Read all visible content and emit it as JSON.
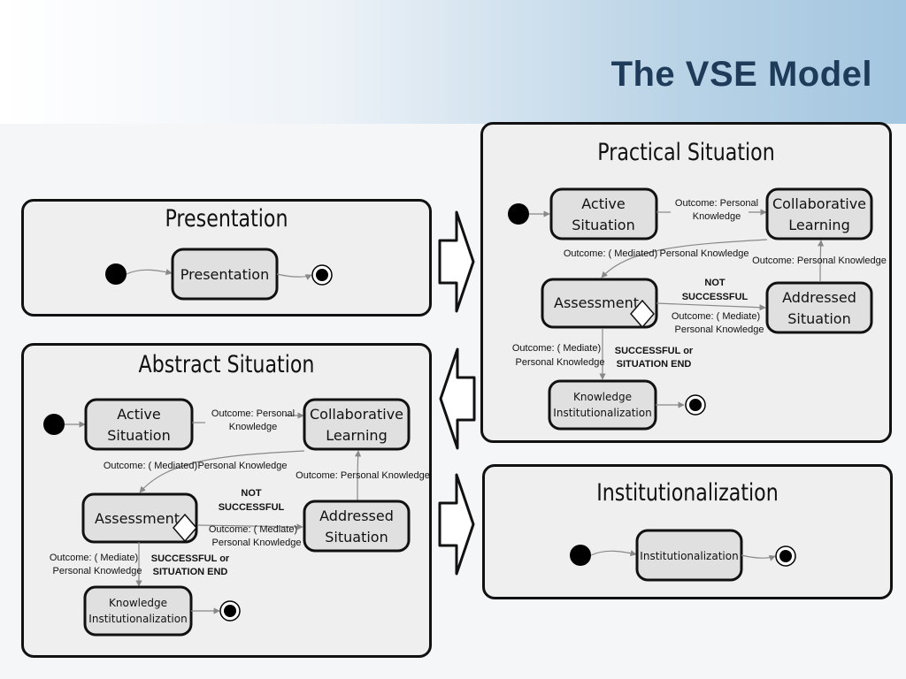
{
  "header": {
    "title": "The VSE Model"
  },
  "panels": {
    "presentation": {
      "title": "Presentation",
      "state": "Presentation"
    },
    "abstract": {
      "title": "Abstract Situation",
      "states": {
        "active": [
          "Active",
          "Situation"
        ],
        "collab": [
          "Collaborative",
          "Learning"
        ],
        "assessment": "Assessment",
        "addressed": [
          "Addressed",
          "Situation"
        ],
        "knowledge": [
          "Knowledge",
          "Institutionalization"
        ]
      },
      "edges": {
        "active_collab": [
          "Outcome: Personal",
          "Knowledge"
        ],
        "collab_assess": [
          "Outcome: ( Mediated)",
          "Personal Knowledge"
        ],
        "addressed_collab": "Outcome: Personal Knowledge",
        "not_successful": [
          "NOT",
          "SUCCESSFUL"
        ],
        "assess_addressed": [
          "Outcome: ( Mediate)",
          "Personal Knowledge"
        ],
        "assess_knowledge": [
          "Outcome: ( Mediate)",
          "Personal Knowledge"
        ],
        "successful": [
          "SUCCESSFUL or",
          "SITUATION END"
        ]
      }
    },
    "practical": {
      "title": "Practical Situation",
      "states": {
        "active": [
          "Active",
          "Situation"
        ],
        "collab": [
          "Collaborative",
          "Learning"
        ],
        "assessment": "Assessment",
        "addressed": [
          "Addressed",
          "Situation"
        ],
        "knowledge": [
          "Knowledge",
          "Institutionalization"
        ]
      },
      "edges": {
        "active_collab": [
          "Outcome: Personal",
          "Knowledge"
        ],
        "collab_assess": [
          "Outcome: ( Mediated)",
          "Personal Knowledge"
        ],
        "addressed_collab": "Outcome: Personal Knowledge",
        "not_successful": [
          "NOT",
          "SUCCESSFUL"
        ],
        "assess_addressed": [
          "Outcome: ( Mediate)",
          "Personal Knowledge"
        ],
        "assess_knowledge": [
          "Outcome: ( Mediate)",
          "Personal Knowledge"
        ],
        "successful": [
          "SUCCESSFUL or",
          "SITUATION END"
        ]
      }
    },
    "institutionalization": {
      "title": "Institutionalization",
      "state": "Institutionalization"
    }
  },
  "colors": {
    "panel_fill": "#efefef",
    "state_fill": "#e0e0e0",
    "stroke": "#111111",
    "title": "#1f3b5a",
    "connector": "#888888"
  }
}
